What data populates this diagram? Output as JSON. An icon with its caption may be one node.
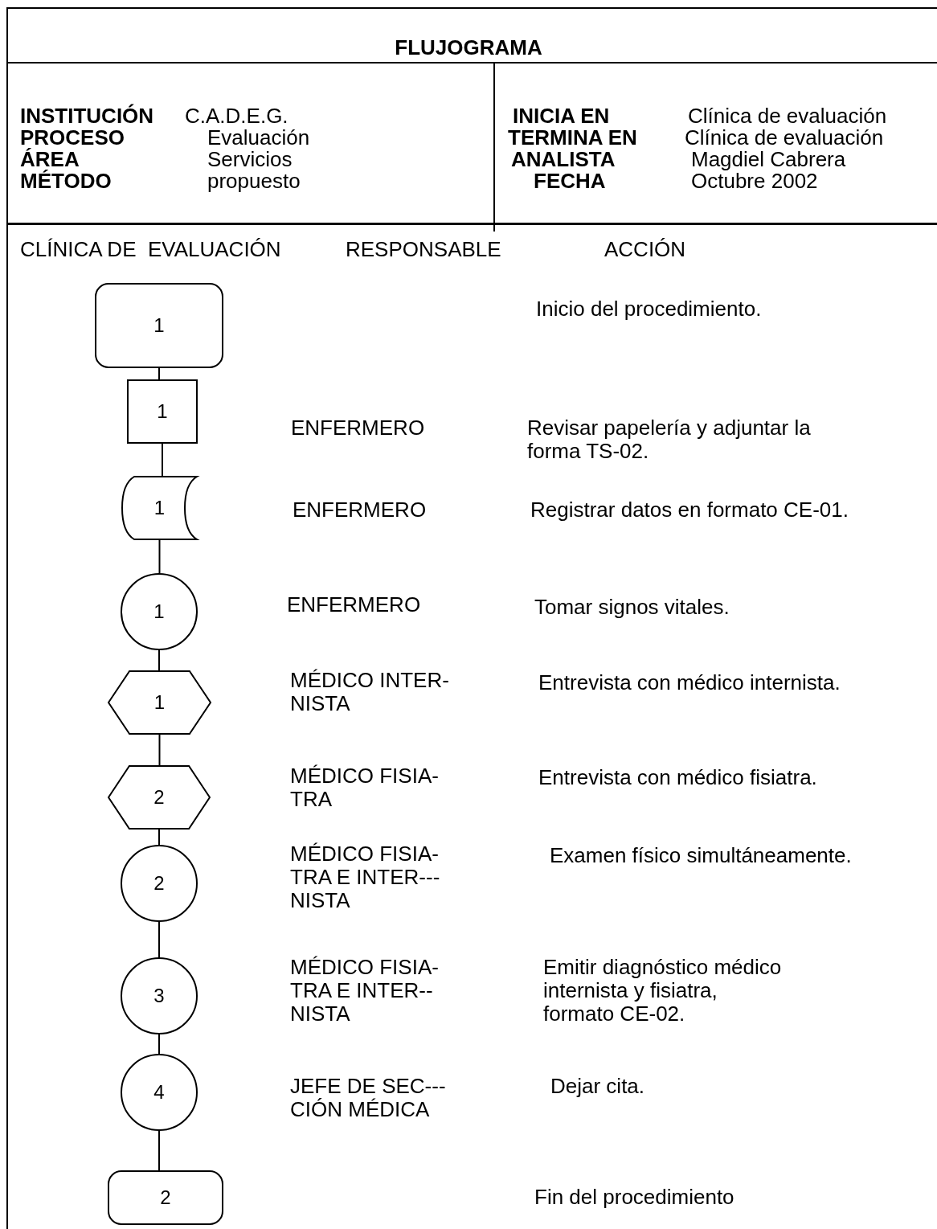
{
  "diagram": {
    "title": "FLUJOGRAMA",
    "nodes": [
      {
        "text": [
          "1"
        ]
      },
      {
        "text": [
          "1"
        ]
      },
      {
        "text": [
          "1"
        ]
      },
      {
        "text": [
          "1"
        ]
      },
      {
        "text": [
          "1"
        ]
      },
      {
        "text": [
          "2"
        ]
      },
      {
        "text": [
          "2"
        ]
      },
      {
        "text": [
          "3"
        ]
      },
      {
        "text": [
          "4"
        ]
      },
      {
        "text": [
          "2"
        ]
      }
    ],
    "edges": [
      {
        "from": 0,
        "to": 1,
        "arrow": "none"
      },
      {
        "from": 1,
        "to": 2,
        "arrow": "none"
      },
      {
        "from": 2,
        "to": 3,
        "arrow": "none"
      },
      {
        "from": 3,
        "to": 4,
        "arrow": "none"
      },
      {
        "from": 4,
        "to": 5,
        "arrow": "none"
      },
      {
        "from": 5,
        "to": 6,
        "arrow": "none"
      },
      {
        "from": 6,
        "to": 7,
        "arrow": "none"
      },
      {
        "from": 7,
        "to": 8,
        "arrow": "none"
      },
      {
        "from": 8,
        "to": 9,
        "arrow": "none"
      }
    ],
    "labels": [
      "INSTITUCIÓN",
      "C.A.D.E.G.",
      "INICIA EN",
      "Clínica de evaluación",
      "PROCESO",
      "Evaluación",
      "TERMINA EN",
      "Clínica de evaluación",
      "ÁREA",
      "Servicios",
      "ANALISTA",
      "Magdiel Cabrera",
      "MÉTODO",
      "propuesto",
      "FECHA",
      "Octubre 2002",
      "CLÍNICA DE  EVALUACIÓN",
      "RESPONSABLE",
      "ACCIÓN",
      "Inicio del procedimiento.",
      "ENFERMERO",
      "Revisar papelería y adjuntar la forma TS-02.",
      "ENFERMERO",
      "Registrar datos en formato CE-01.",
      "ENFERMERO",
      "Tomar signos vitales.",
      "MÉDICO INTER- NISTA",
      "Entrevista con médico internista.",
      "MÉDICO FISIA- TRA",
      "Entrevista con médico fisiatra.",
      "MÉDICO FISIA- TRA E INTER--- NISTA",
      "Examen físico simultáneamente.",
      "MÉDICO FISIA- TRA E INTER-- NISTA",
      "Emitir diagnóstico médico internista y fisiatra, formato CE-02.",
      "JEFE DE SEC--- CIÓN MÉDICA",
      "Dejar cita.",
      "Fin del procedimiento"
    ]
  }
}
